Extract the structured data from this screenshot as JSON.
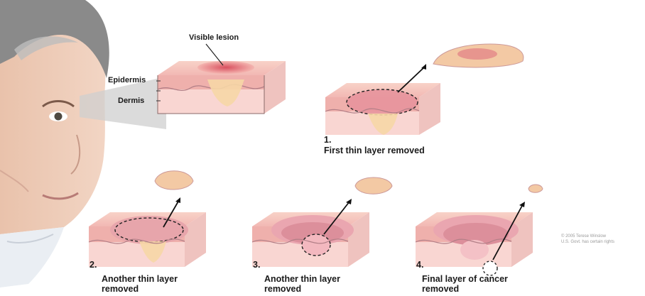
{
  "labels": {
    "visible_lesion": "Visible lesion",
    "epidermis": "Epidermis",
    "dermis": "Dermis"
  },
  "steps": [
    {
      "number": "1.",
      "caption": "First thin layer removed"
    },
    {
      "number": "2.",
      "caption_line1": "Another thin layer",
      "caption_line2": "removed"
    },
    {
      "number": "3.",
      "caption_line1": "Another thin layer",
      "caption_line2": "removed"
    },
    {
      "number": "4.",
      "caption_line1": "Final layer of cancer",
      "caption_line2": "removed"
    }
  ],
  "credit": {
    "line1": "© 2005 Terese Winslow",
    "line2": "U.S. Govt. has certain rights"
  },
  "colors": {
    "skin": "#f6c9c4",
    "epidermis": "#efb0ac",
    "dermis": "#f9d6d2",
    "lesion": "#e0707a",
    "tumor": "#f6d7a6",
    "outline": "#222222"
  }
}
